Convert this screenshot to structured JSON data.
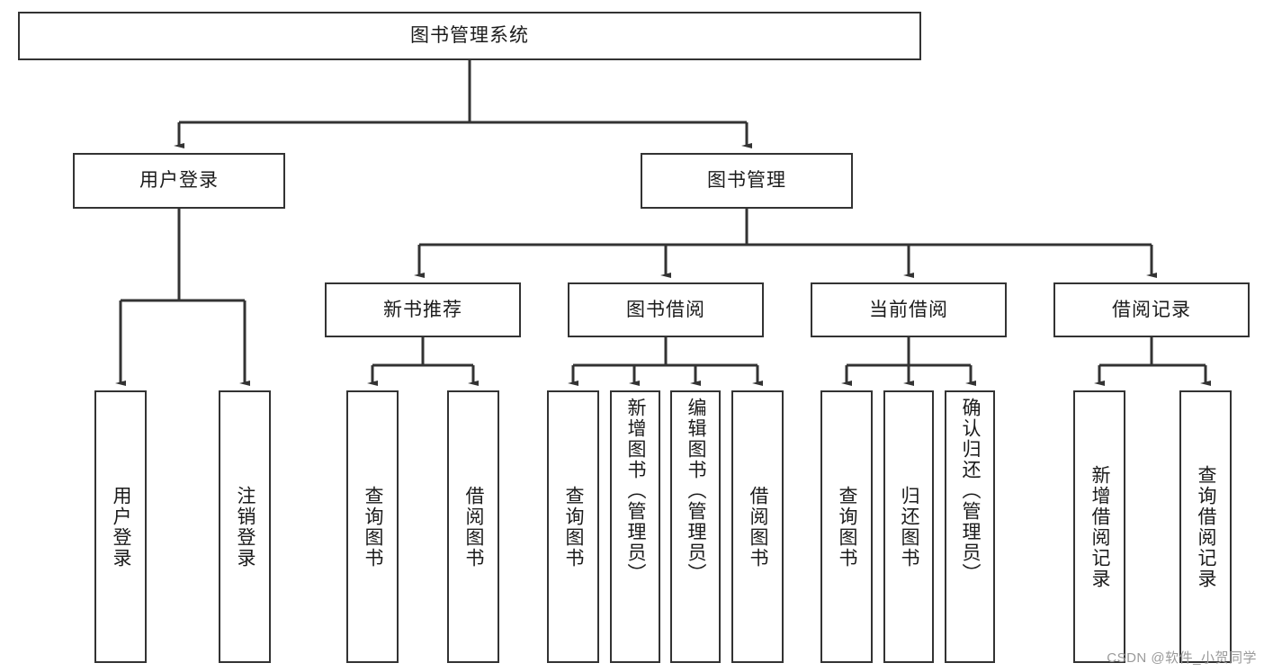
{
  "diagram": {
    "title": "图书管理系统",
    "type": "tree",
    "colors": {
      "box_border": "#333333",
      "box_fill": "#ffffff",
      "connector": "#333333",
      "text": "#1b1b1b",
      "watermark": "#9a9a9a",
      "background": "#ffffff"
    },
    "root": {
      "label": "图书管理系统"
    },
    "level2": [
      {
        "label": "用户登录"
      },
      {
        "label": "图书管理"
      }
    ],
    "level3": [
      {
        "label": "新书推荐"
      },
      {
        "label": "图书借阅"
      },
      {
        "label": "当前借阅"
      },
      {
        "label": "借阅记录"
      }
    ],
    "leaves": {
      "user_login": [
        {
          "label": "用户登录"
        },
        {
          "label": "注销登录"
        }
      ],
      "new_book_recommend": [
        {
          "label": "查询图书"
        },
        {
          "label": "借阅图书"
        }
      ],
      "book_borrow": [
        {
          "label": "查询图书"
        },
        {
          "label": "新增图书（管理员）"
        },
        {
          "label": "编辑图书（管理员）"
        },
        {
          "label": "借阅图书"
        }
      ],
      "current_borrow": [
        {
          "label": "查询图书"
        },
        {
          "label": "归还图书"
        },
        {
          "label": "确认归还（管理员）"
        }
      ],
      "borrow_record": [
        {
          "label": "新增借阅记录"
        },
        {
          "label": "查询借阅记录"
        }
      ]
    }
  },
  "watermark": {
    "text": "CSDN @软件_小贺同学"
  }
}
